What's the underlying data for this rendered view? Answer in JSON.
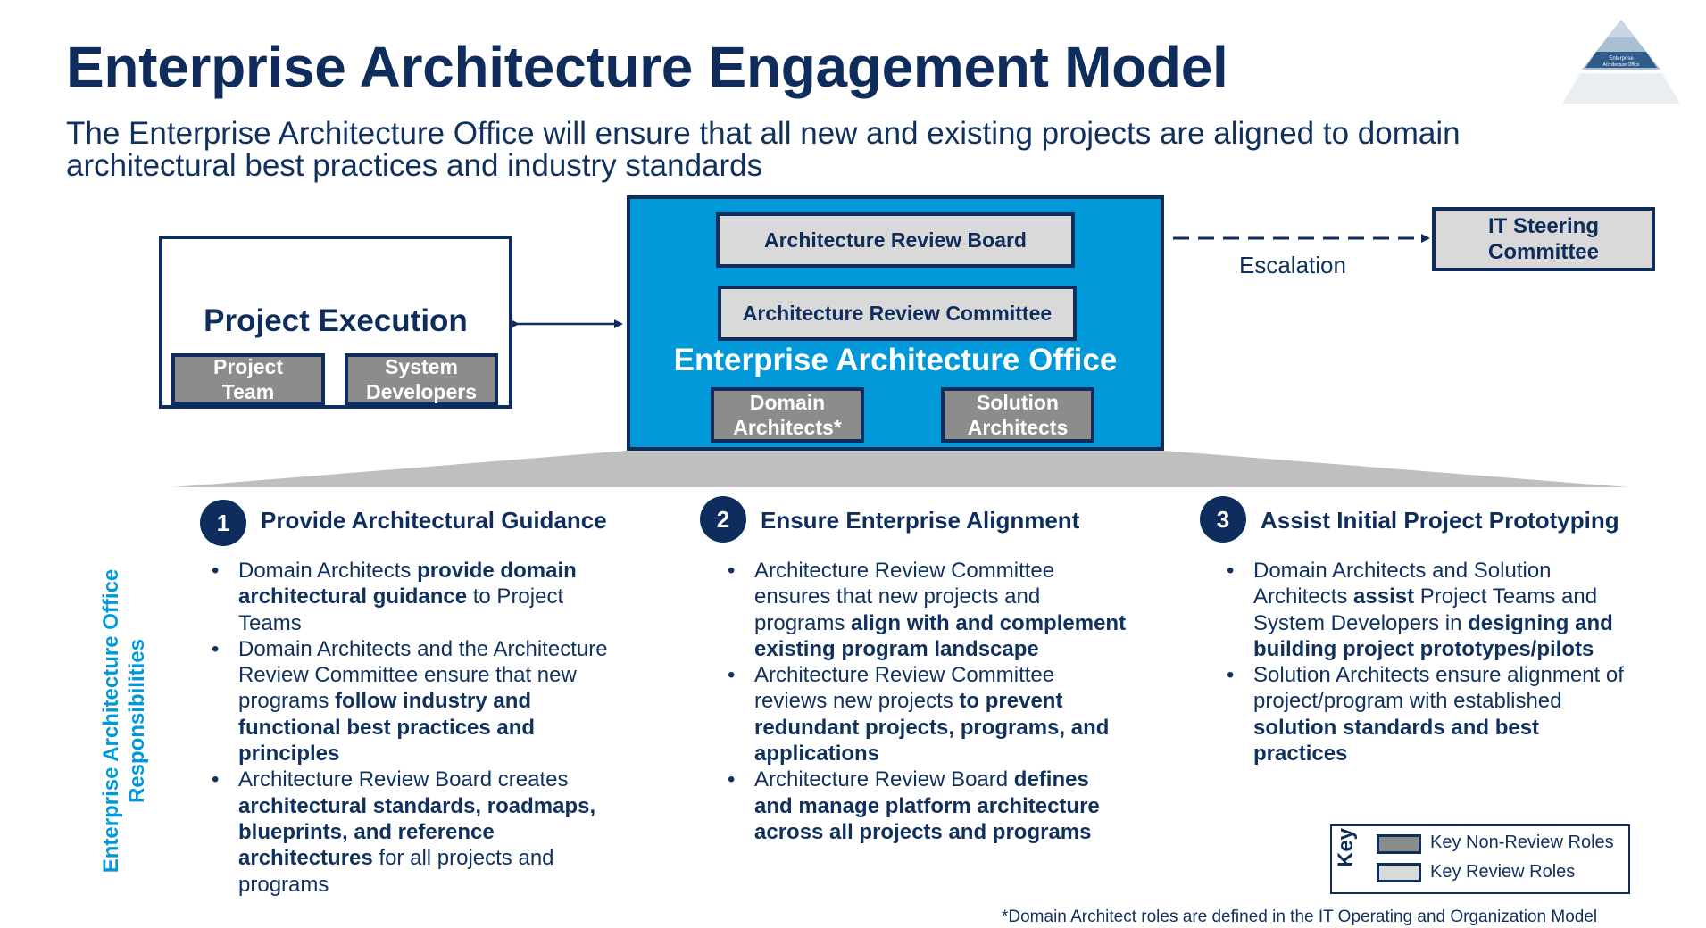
{
  "title": "Enterprise Architecture Engagement Model",
  "subtitle": "The Enterprise Architecture Office will ensure that all new and existing projects are aligned to domain architectural best practices and industry standards",
  "logo": {
    "line1": "Enterprise",
    "line2": "Architecture Office"
  },
  "project_execution": {
    "title": "Project Execution",
    "roles": [
      {
        "line1": "Project",
        "line2": "Team"
      },
      {
        "line1": "System",
        "line2": "Developers"
      }
    ]
  },
  "eao": {
    "title": "Enterprise Architecture Office",
    "review_board": "Architecture Review Board",
    "review_committee": "Architecture Review Committee",
    "roles": [
      {
        "line1": "Domain",
        "line2": "Architects*"
      },
      {
        "line1": "Solution",
        "line2": "Architects"
      }
    ]
  },
  "steering": {
    "line1": "IT Steering",
    "line2": "Committee"
  },
  "escalation_label": "Escalation",
  "responsibilities_label": {
    "line1": "Enterprise Architecture Office",
    "line2": "Responsibilities"
  },
  "columns": [
    {
      "number": "1",
      "heading": "Provide Architectural Guidance",
      "bullets": [
        [
          {
            "t": "Domain Architects ",
            "b": false
          },
          {
            "t": "provide domain architectural guidance",
            "b": true
          },
          {
            "t": " to Project Teams",
            "b": false
          }
        ],
        [
          {
            "t": "Domain Architects and the Architecture Review Committee  ensure that new programs ",
            "b": false
          },
          {
            "t": "follow industry and functional best practices and principles",
            "b": true
          }
        ],
        [
          {
            "t": "Architecture Review Board creates ",
            "b": false
          },
          {
            "t": "architectural standards, roadmaps, blueprints, and reference architectures",
            "b": true
          },
          {
            "t": " for all projects and programs",
            "b": false
          }
        ]
      ]
    },
    {
      "number": "2",
      "heading": "Ensure Enterprise Alignment",
      "bullets": [
        [
          {
            "t": "Architecture Review Committee ensures that new projects and programs ",
            "b": false
          },
          {
            "t": "align with and complement existing program landscape",
            "b": true
          }
        ],
        [
          {
            "t": "Architecture Review Committee reviews new projects ",
            "b": false
          },
          {
            "t": "to prevent redundant projects, programs, and applications",
            "b": true
          }
        ],
        [
          {
            "t": "Architecture Review Board ",
            "b": false
          },
          {
            "t": "defines and manage platform architecture across all projects and programs",
            "b": true
          }
        ]
      ]
    },
    {
      "number": "3",
      "heading": "Assist Initial Project Prototyping",
      "bullets": [
        [
          {
            "t": "Domain Architects and Solution Architects ",
            "b": false
          },
          {
            "t": "assist",
            "b": true
          },
          {
            "t": " Project Teams and System Developers in ",
            "b": false
          },
          {
            "t": "designing and building project prototypes/pilots",
            "b": true
          }
        ],
        [
          {
            "t": "Solution Architects ensure alignment of project/program with established ",
            "b": false
          },
          {
            "t": "solution standards and best practices",
            "b": true
          }
        ]
      ]
    }
  ],
  "key": {
    "label": "Key",
    "items": [
      {
        "label": "Key Non-Review Roles",
        "color": "#8c8c8c"
      },
      {
        "label": "Key Review Roles",
        "color": "#d9d9d9"
      }
    ]
  },
  "footnote": "*Domain Architect roles are defined in the IT Operating and Organization Model",
  "colors": {
    "navy": "#0f2d5c",
    "blue": "#0098d8",
    "dark_gray": "#8c8c8c",
    "light_gray": "#d9d9d9"
  }
}
